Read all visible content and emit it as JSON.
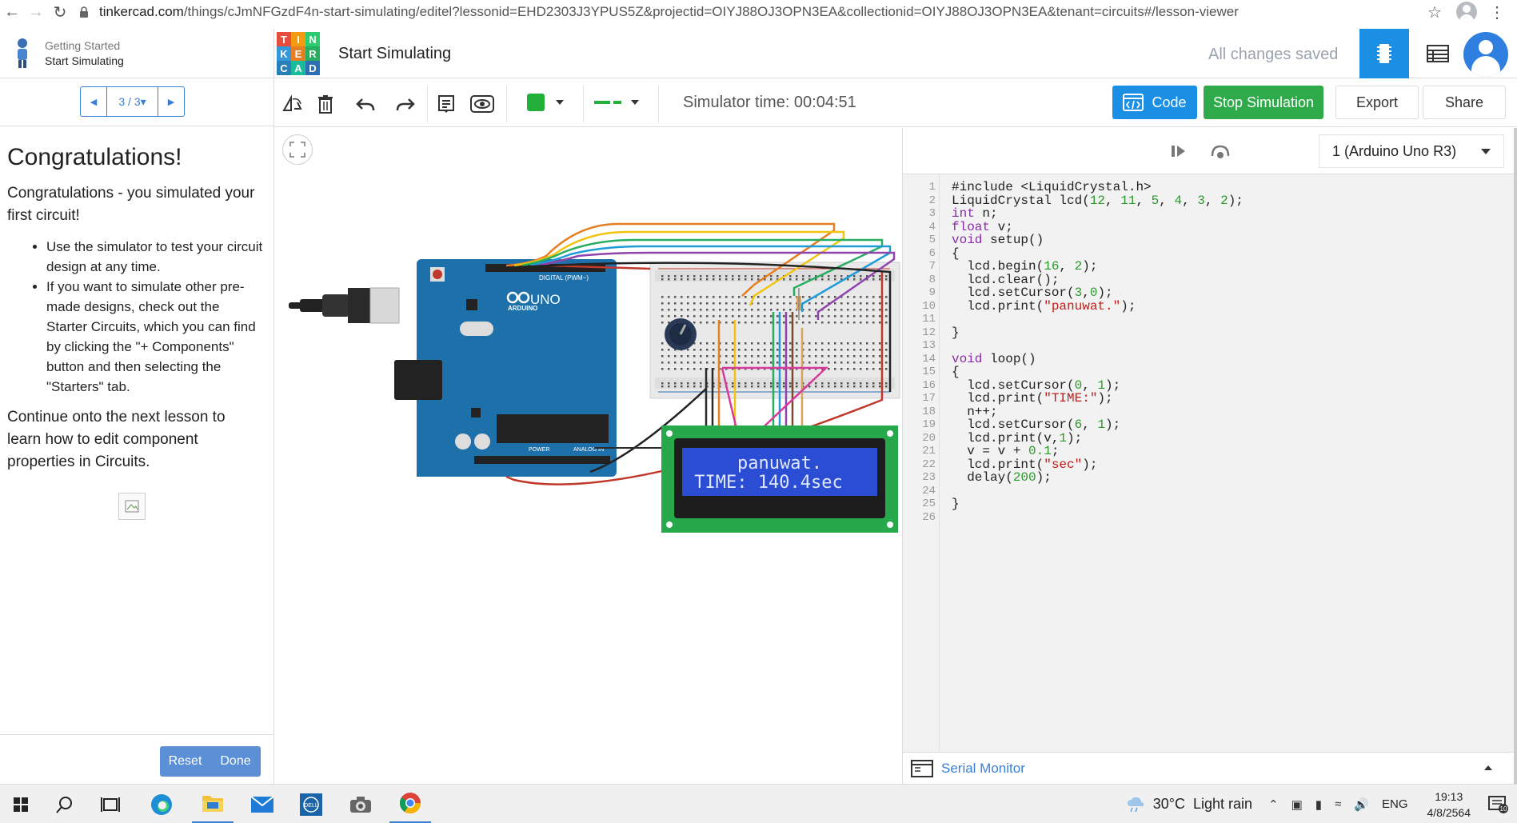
{
  "browser": {
    "url_host": "tinkercad.com",
    "url_rest": "/things/cJmNFGzdF4n-start-simulating/editel?lessonid=EHD2303J3YPUS5Z&projectid=OIYJ88OJ3OPN3EA&collectionid=OIYJ88OJ3OPN3EA&tenant=circuits#/lesson-viewer"
  },
  "lesson": {
    "breadcrumb_top": "Getting Started",
    "breadcrumb_title": "Start Simulating",
    "pager": "3 / 3",
    "heading": "Congratulations!",
    "intro": "Congratulations - you simulated your first circuit!",
    "bullets": [
      "Use the simulator to test your circuit design at any time.",
      "If you want to simulate other pre-made designs, check out the Starter Circuits, which you can find by clicking the \"+ Components\" button and then selecting the \"Starters\" tab."
    ],
    "outro": "Continue onto the next lesson to learn how to edit component properties in Circuits.",
    "reset_label": "Reset",
    "done_label": "Done"
  },
  "header": {
    "logo_letters": [
      "T",
      "I",
      "N",
      "K",
      "E",
      "R",
      "C",
      "A",
      "D"
    ],
    "title": "Start Simulating",
    "saved_status": "All changes saved"
  },
  "toolbar": {
    "sim_time": "Simulator time: 00:04:51",
    "code_label": "Code",
    "stop_label": "Stop Simulation",
    "export_label": "Export",
    "share_label": "Share",
    "wire_color": "#22b03a"
  },
  "circuit": {
    "lcd_line1": "panuwat.",
    "lcd_line2": "TIME: 140.4sec",
    "board_brand": "ARDUINO",
    "board_model": "UNO",
    "digital_label": "DIGITAL (PWM~)",
    "power_label": "POWER",
    "analog_label": "ANALOG IN"
  },
  "code_panel": {
    "board_select": "1 (Arduino Uno R3)",
    "serial_monitor": "Serial Monitor",
    "lines": [
      "#include <LiquidCrystal.h>",
      "LiquidCrystal lcd(12, 11, 5, 4, 3, 2);",
      "int n;",
      "float v;",
      "void setup()",
      "{",
      "  lcd.begin(16, 2);",
      "  lcd.clear();",
      "  lcd.setCursor(3,0);",
      "  lcd.print(\"panuwat.\");",
      "",
      "}",
      "",
      "void loop()",
      "{",
      "  lcd.setCursor(0, 1);",
      "  lcd.print(\"TIME:\");",
      "  n++;",
      "  lcd.setCursor(6, 1);",
      "  lcd.print(v,1);",
      "  v = v + 0.1;",
      "  lcd.print(\"sec\");",
      "  delay(200);",
      "",
      "}",
      ""
    ]
  },
  "taskbar": {
    "temperature": "30°C",
    "weather": "Light rain",
    "language": "ENG",
    "time": "19:13",
    "date": "4/8/2564",
    "notif_count": "10"
  }
}
